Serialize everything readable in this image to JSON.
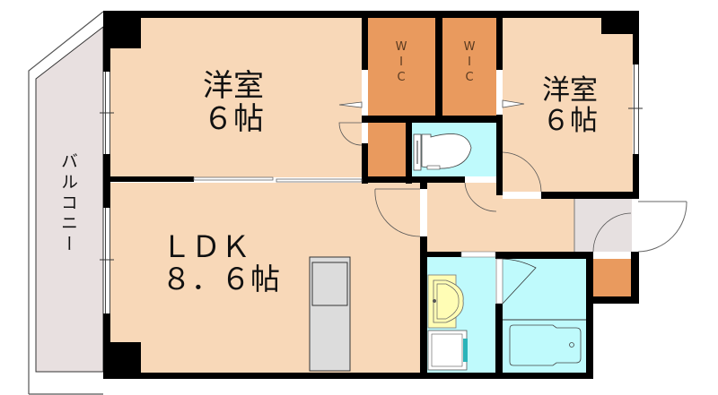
{
  "colors": {
    "room": "#F8D8B8",
    "closet": "#E99A5E",
    "wet": "#BFFAFC",
    "balcony": "#E8E0E0",
    "entrance": "#E6E0E0",
    "wall": "#000000",
    "kitchen": "#DCDCDC"
  },
  "rooms": {
    "western_left": {
      "name": "洋室",
      "size": "６帖"
    },
    "western_right": {
      "name": "洋室",
      "size": "６帖"
    },
    "ldk": {
      "name": "ＬＤＫ",
      "size": "８．６帖"
    },
    "wic_left": {
      "letters": [
        "W",
        "I",
        "C"
      ]
    },
    "wic_right": {
      "letters": [
        "W",
        "I",
        "C"
      ]
    },
    "balcony": {
      "name": "バルコニー"
    }
  }
}
